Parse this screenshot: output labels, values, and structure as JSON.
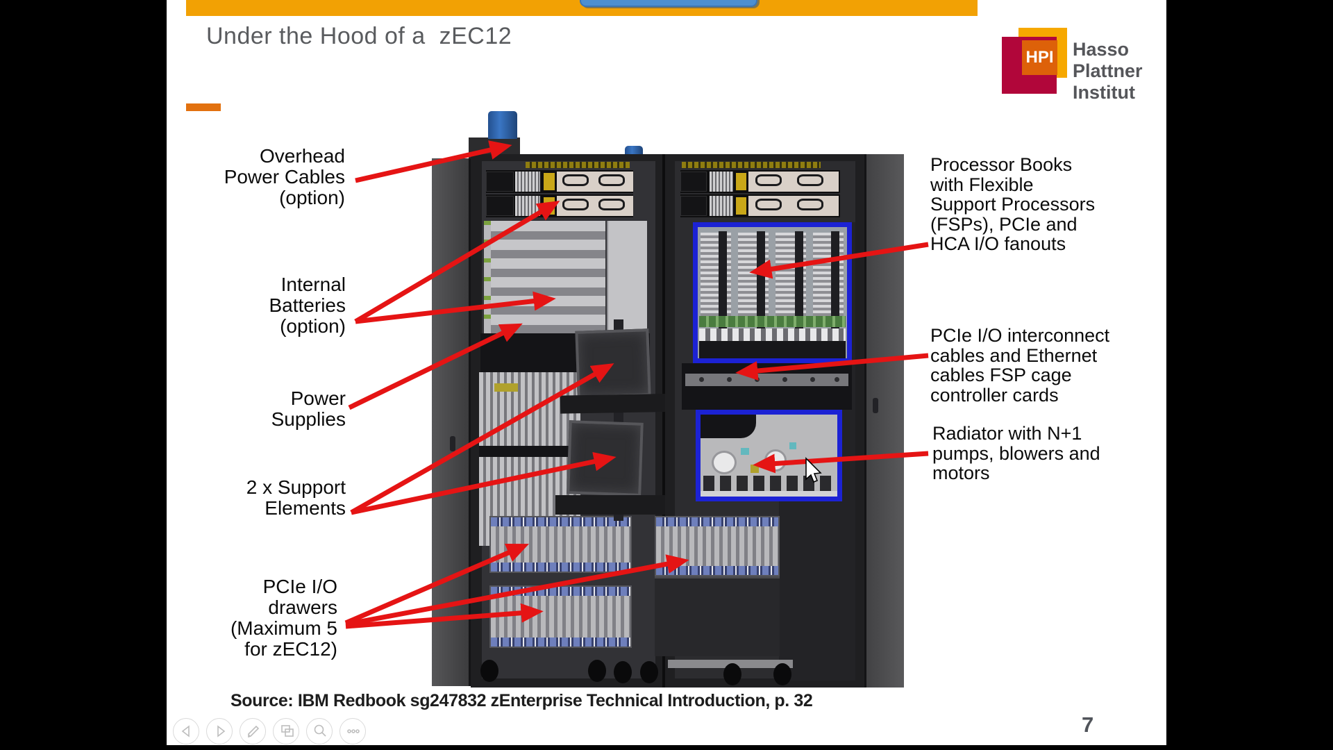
{
  "header": {
    "title": "Under the Hood of a  zEC12"
  },
  "logo": {
    "abbr": "HPI",
    "name_lines": [
      "Hasso",
      "Plattner",
      "Institut"
    ],
    "colors": {
      "crimson": "#B1063A",
      "orange": "#DD6109",
      "yellow": "#F6A800"
    }
  },
  "labels_left": [
    {
      "id": "overhead-power-cables",
      "lines": [
        "Overhead",
        "Power Cables",
        "(option)"
      ]
    },
    {
      "id": "internal-batteries",
      "lines": [
        "Internal",
        "Batteries",
        "(option)"
      ]
    },
    {
      "id": "power-supplies",
      "lines": [
        "Power",
        "Supplies"
      ]
    },
    {
      "id": "support-elements",
      "lines": [
        "2 x Support",
        "Elements"
      ]
    },
    {
      "id": "pcie-io-drawers",
      "lines": [
        "PCIe I/O",
        "drawers",
        "(Maximum 5",
        "for zEC12)"
      ]
    }
  ],
  "labels_right": [
    {
      "id": "processor-books",
      "lines": [
        "Processor Books",
        "with Flexible",
        "Support Processors",
        "(FSPs), PCIe and",
        "HCA I/O fanouts"
      ]
    },
    {
      "id": "pcie-interconnect",
      "lines": [
        "PCIe I/O interconnect",
        "cables and Ethernet",
        "cables FSP cage",
        "controller cards"
      ]
    },
    {
      "id": "radiator",
      "lines": [
        "Radiator with N+1",
        "pumps, blowers and",
        "motors"
      ]
    }
  ],
  "source_line": "Source: IBM Redbook sg247832 zEnterprise Technical Introduction, p. 32",
  "slide_number": "7",
  "toolbar": {
    "buttons": [
      {
        "name": "previous"
      },
      {
        "name": "next"
      },
      {
        "name": "pen"
      },
      {
        "name": "see-all-slides"
      },
      {
        "name": "zoom"
      },
      {
        "name": "more-options"
      }
    ]
  },
  "colors": {
    "top_bar": "#F2A104",
    "title_dash": "#E2710F",
    "annotation_red": "#E51414",
    "highlight_blue": "#1C22D4",
    "top_button_blue": "#4D8FD0"
  }
}
